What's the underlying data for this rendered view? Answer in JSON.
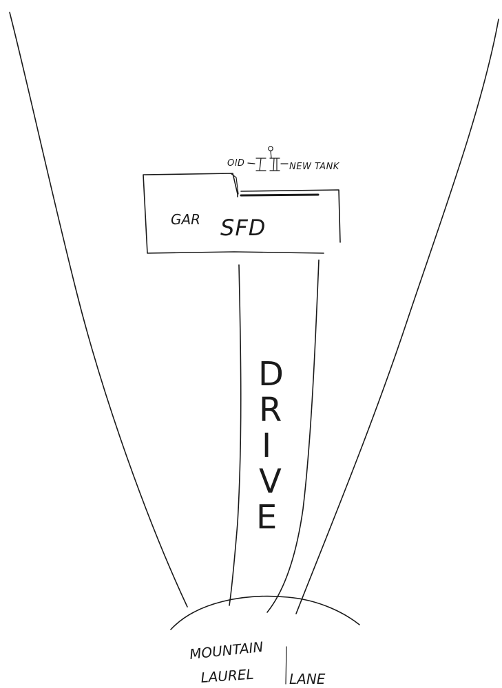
{
  "labels": {
    "old_tank": "OlD",
    "new_tank": "NEW TANK",
    "gar": "GAR",
    "sfd": "SFD",
    "drive_letters": [
      "D",
      "R",
      "I",
      "V",
      "E"
    ],
    "road_line1": "MOUNTAIN",
    "road_line2": "LAUREL",
    "road_line3": "LANE"
  }
}
